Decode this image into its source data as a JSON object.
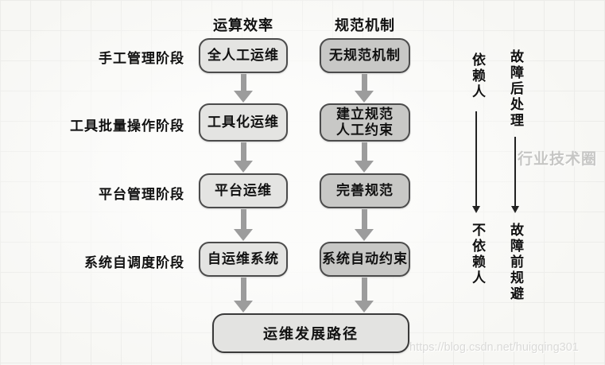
{
  "headers": {
    "efficiency": "运算效率",
    "mechanism": "规范机制"
  },
  "rows": [
    {
      "stage": "手工管理阶段",
      "efficiency": "全人工运维",
      "mechanism": "无规范机制"
    },
    {
      "stage": "工具批量操作阶段",
      "efficiency": "工具化运维",
      "mechanism": "建立规范\n人工约束"
    },
    {
      "stage": "平台管理阶段",
      "efficiency": "平台运维",
      "mechanism": "完善规范"
    },
    {
      "stage": "系统自调度阶段",
      "efficiency": "自运维系统",
      "mechanism": "系统自动约束"
    }
  ],
  "footer": {
    "label": "运维发展路径"
  },
  "side_annotations": [
    {
      "top": "依赖人",
      "bottom": "不依赖人"
    },
    {
      "top": "故障后处理",
      "bottom": "故障前规避"
    }
  ],
  "watermarks": {
    "badge": "行业技术圈",
    "url": "https://blog.csdn.net/huigqing301"
  },
  "colors": {
    "box_light": "#e4e4e2",
    "box_dark": "#c8c8c6",
    "box_border": "#4b4b4b",
    "arrow": "#9c9c9c",
    "text": "#111111"
  }
}
